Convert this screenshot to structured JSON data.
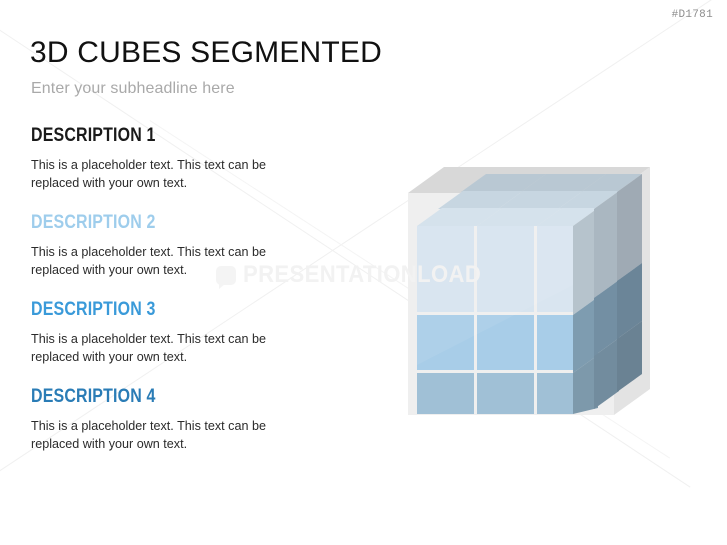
{
  "doc_id": "#D1781",
  "header": {
    "title": "3D CUBES SEGMENTED",
    "subtitle": "Enter your subheadline here"
  },
  "watermark": {
    "text": "PRESENTATIONLOAD",
    "logo_icon": "speech-bubble-icon"
  },
  "descriptions": [
    {
      "heading": "DESCRIPTION 1",
      "body": "This is a placeholder text. This text can be replaced with your own text.",
      "color": "#1a1a1a"
    },
    {
      "heading": "DESCRIPTION 2",
      "body": "This is a placeholder text. This text can be replaced with your own text.",
      "color": "#9ecdec"
    },
    {
      "heading": "DESCRIPTION 3",
      "body": "This is a placeholder text. This text can be replaced with your own text.",
      "color": "#3a9ad9"
    },
    {
      "heading": "DESCRIPTION 4",
      "body": "This is a placeholder text. This text can be replaced with your own text.",
      "color": "#2a7cb6"
    }
  ],
  "cube": {
    "name": "3d-segmented-cube",
    "rows": 3,
    "columns": 3,
    "depth_layers": 3,
    "backing_panel_color": "#efefef",
    "backing_panel_bevel_color": "#d8d8d8",
    "grout_color": "#f3f3f3",
    "face_rows": [
      {
        "label": "top-row",
        "front": "#d7e4ef",
        "side": "#b6c3cc",
        "top": "#c3d4e0"
      },
      {
        "label": "middle-row",
        "front": "#a8cde8",
        "side": "#7e9cb0",
        "top": "#9fbdd2"
      },
      {
        "label": "bottom-row",
        "front": "#a0c0d6",
        "side": "#7d99ab",
        "top": "#95b2c6"
      }
    ]
  }
}
